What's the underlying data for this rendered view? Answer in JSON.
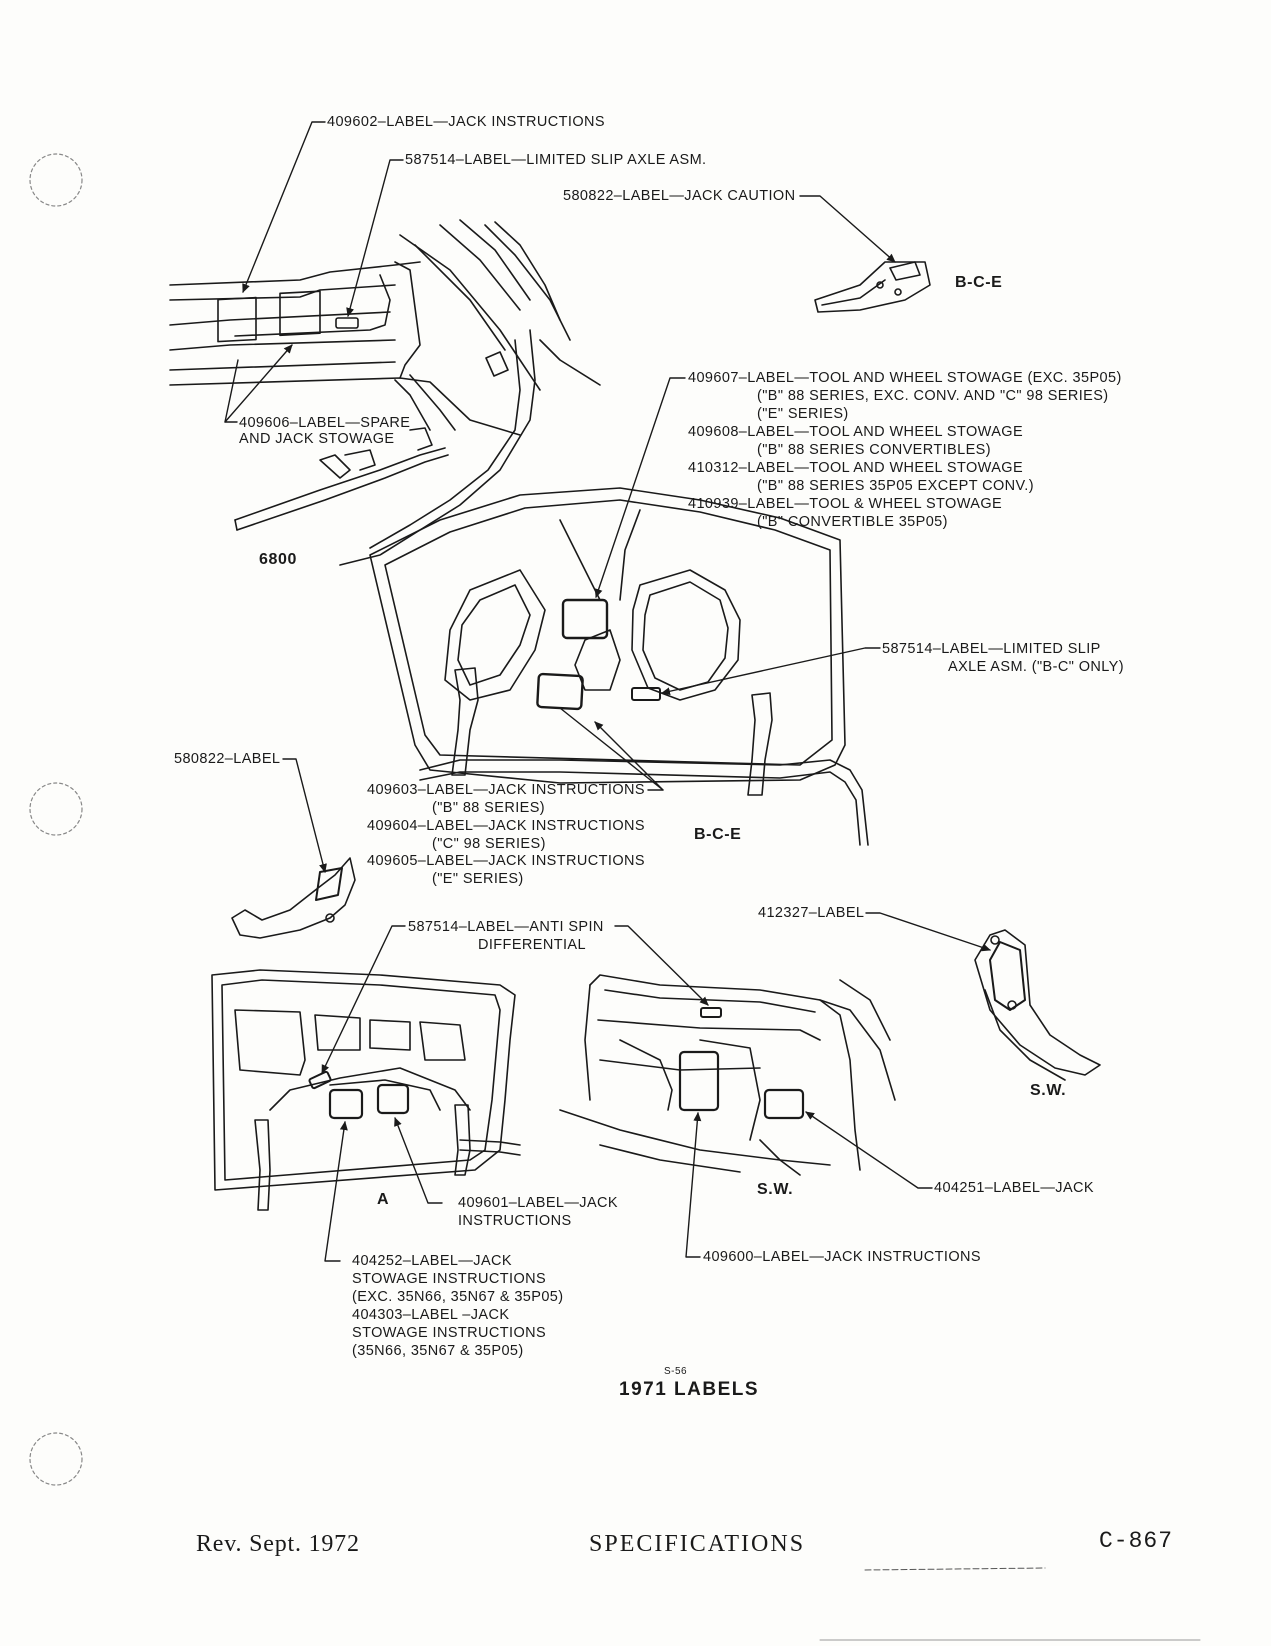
{
  "callouts": {
    "jack_instructions_top": "409602–LABEL—JACK INSTRUCTIONS",
    "limited_slip_top": "587514–LABEL—LIMITED SLIP AXLE ASM.",
    "jack_caution": "580822–LABEL—JACK CAUTION",
    "spare_jack_stowage_1": "409606–LABEL—SPARE",
    "spare_jack_stowage_2": "AND JACK STOWAGE",
    "tool_wheel_1": "409607–LABEL—TOOL AND WHEEL STOWAGE (EXC. 35P05)",
    "tool_wheel_2": "(\"B\" 88 SERIES, EXC. CONV. AND \"C\" 98 SERIES)",
    "tool_wheel_3": "(\"E\" SERIES)",
    "tool_wheel_4": "409608–LABEL—TOOL AND WHEEL STOWAGE",
    "tool_wheel_5": "(\"B\" 88 SERIES CONVERTIBLES)",
    "tool_wheel_6": "410312–LABEL—TOOL AND WHEEL STOWAGE",
    "tool_wheel_7": "(\"B\" 88 SERIES 35P05 EXCEPT CONV.)",
    "tool_wheel_8": "410939–LABEL—TOOL & WHEEL STOWAGE",
    "tool_wheel_9": "(\"B\" CONVERTIBLE 35P05)",
    "limited_slip_mid_1": "587514–LABEL—LIMITED SLIP",
    "limited_slip_mid_2": "AXLE ASM. (\"B-C\" ONLY)",
    "label_580822": "580822–LABEL",
    "jack_instr_mid_1": "409603–LABEL—JACK INSTRUCTIONS",
    "jack_instr_mid_2": "(\"B\" 88 SERIES)",
    "jack_instr_mid_3": "409604–LABEL—JACK INSTRUCTIONS",
    "jack_instr_mid_4": "(\"C\" 98 SERIES)",
    "jack_instr_mid_5": "409605–LABEL—JACK INSTRUCTIONS",
    "jack_instr_mid_6": "(\"E\" SERIES)",
    "anti_spin_1": "587514–LABEL—ANTI SPIN",
    "anti_spin_2": "DIFFERENTIAL",
    "label_412327": "412327–LABEL",
    "jack_instr_a_1": "409601–LABEL—JACK",
    "jack_instr_a_2": "INSTRUCTIONS",
    "label_jack_404251": "404251–LABEL—JACK",
    "stowage_1": "404252–LABEL—JACK",
    "stowage_2": "STOWAGE INSTRUCTIONS",
    "stowage_3": "(EXC. 35N66, 35N67 & 35P05)",
    "stowage_4": "404303–LABEL –JACK",
    "stowage_5": "STOWAGE INSTRUCTIONS",
    "stowage_6": "(35N66, 35N67 & 35P05)",
    "jack_instr_sw": "409600–LABEL—JACK INSTRUCTIONS"
  },
  "view_tags": {
    "bce_top": "B-C-E",
    "model_6800": "6800",
    "bce_mid": "B-C-E",
    "a": "A",
    "sw_mid": "S.W.",
    "sw_right": "S.W."
  },
  "figure": {
    "code": "S-56",
    "title": "1971 LABELS"
  },
  "footer": {
    "revision": "Rev. Sept. 1972",
    "section": "SPECIFICATIONS",
    "page": "C-867"
  }
}
